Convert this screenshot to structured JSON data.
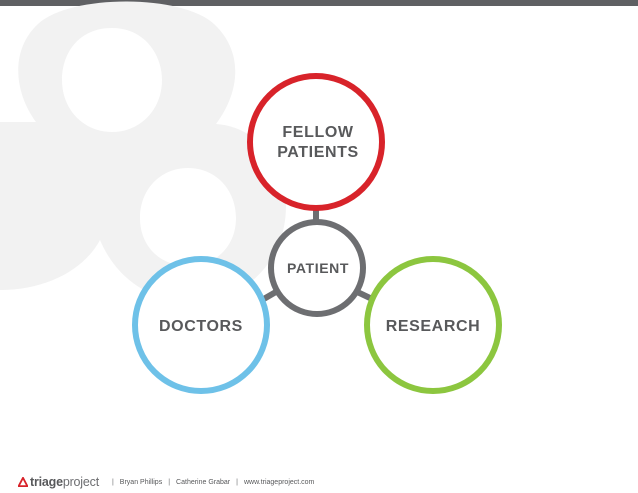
{
  "nodes": {
    "fellow_patients": {
      "line1": "FELLOW",
      "line2": "PATIENTS",
      "color": "#d8232a"
    },
    "patient": {
      "label": "PATIENT",
      "color": "#6d6e71"
    },
    "doctors": {
      "label": "DOCTORS",
      "color": "#6ec1e8"
    },
    "research": {
      "label": "RESEARCH",
      "color": "#8cc63f"
    }
  },
  "footer": {
    "logo_triage": "triage",
    "logo_project": "project",
    "author_1": "Bryan Phillips",
    "author_2": "Catherine Grabar",
    "website": "www.triageproject.com",
    "separator": "|"
  },
  "colors": {
    "top_bar": "#5f6063",
    "text": "#58595b",
    "watermark": "#f2f2f2",
    "logo_triangle": "#d8232a"
  }
}
